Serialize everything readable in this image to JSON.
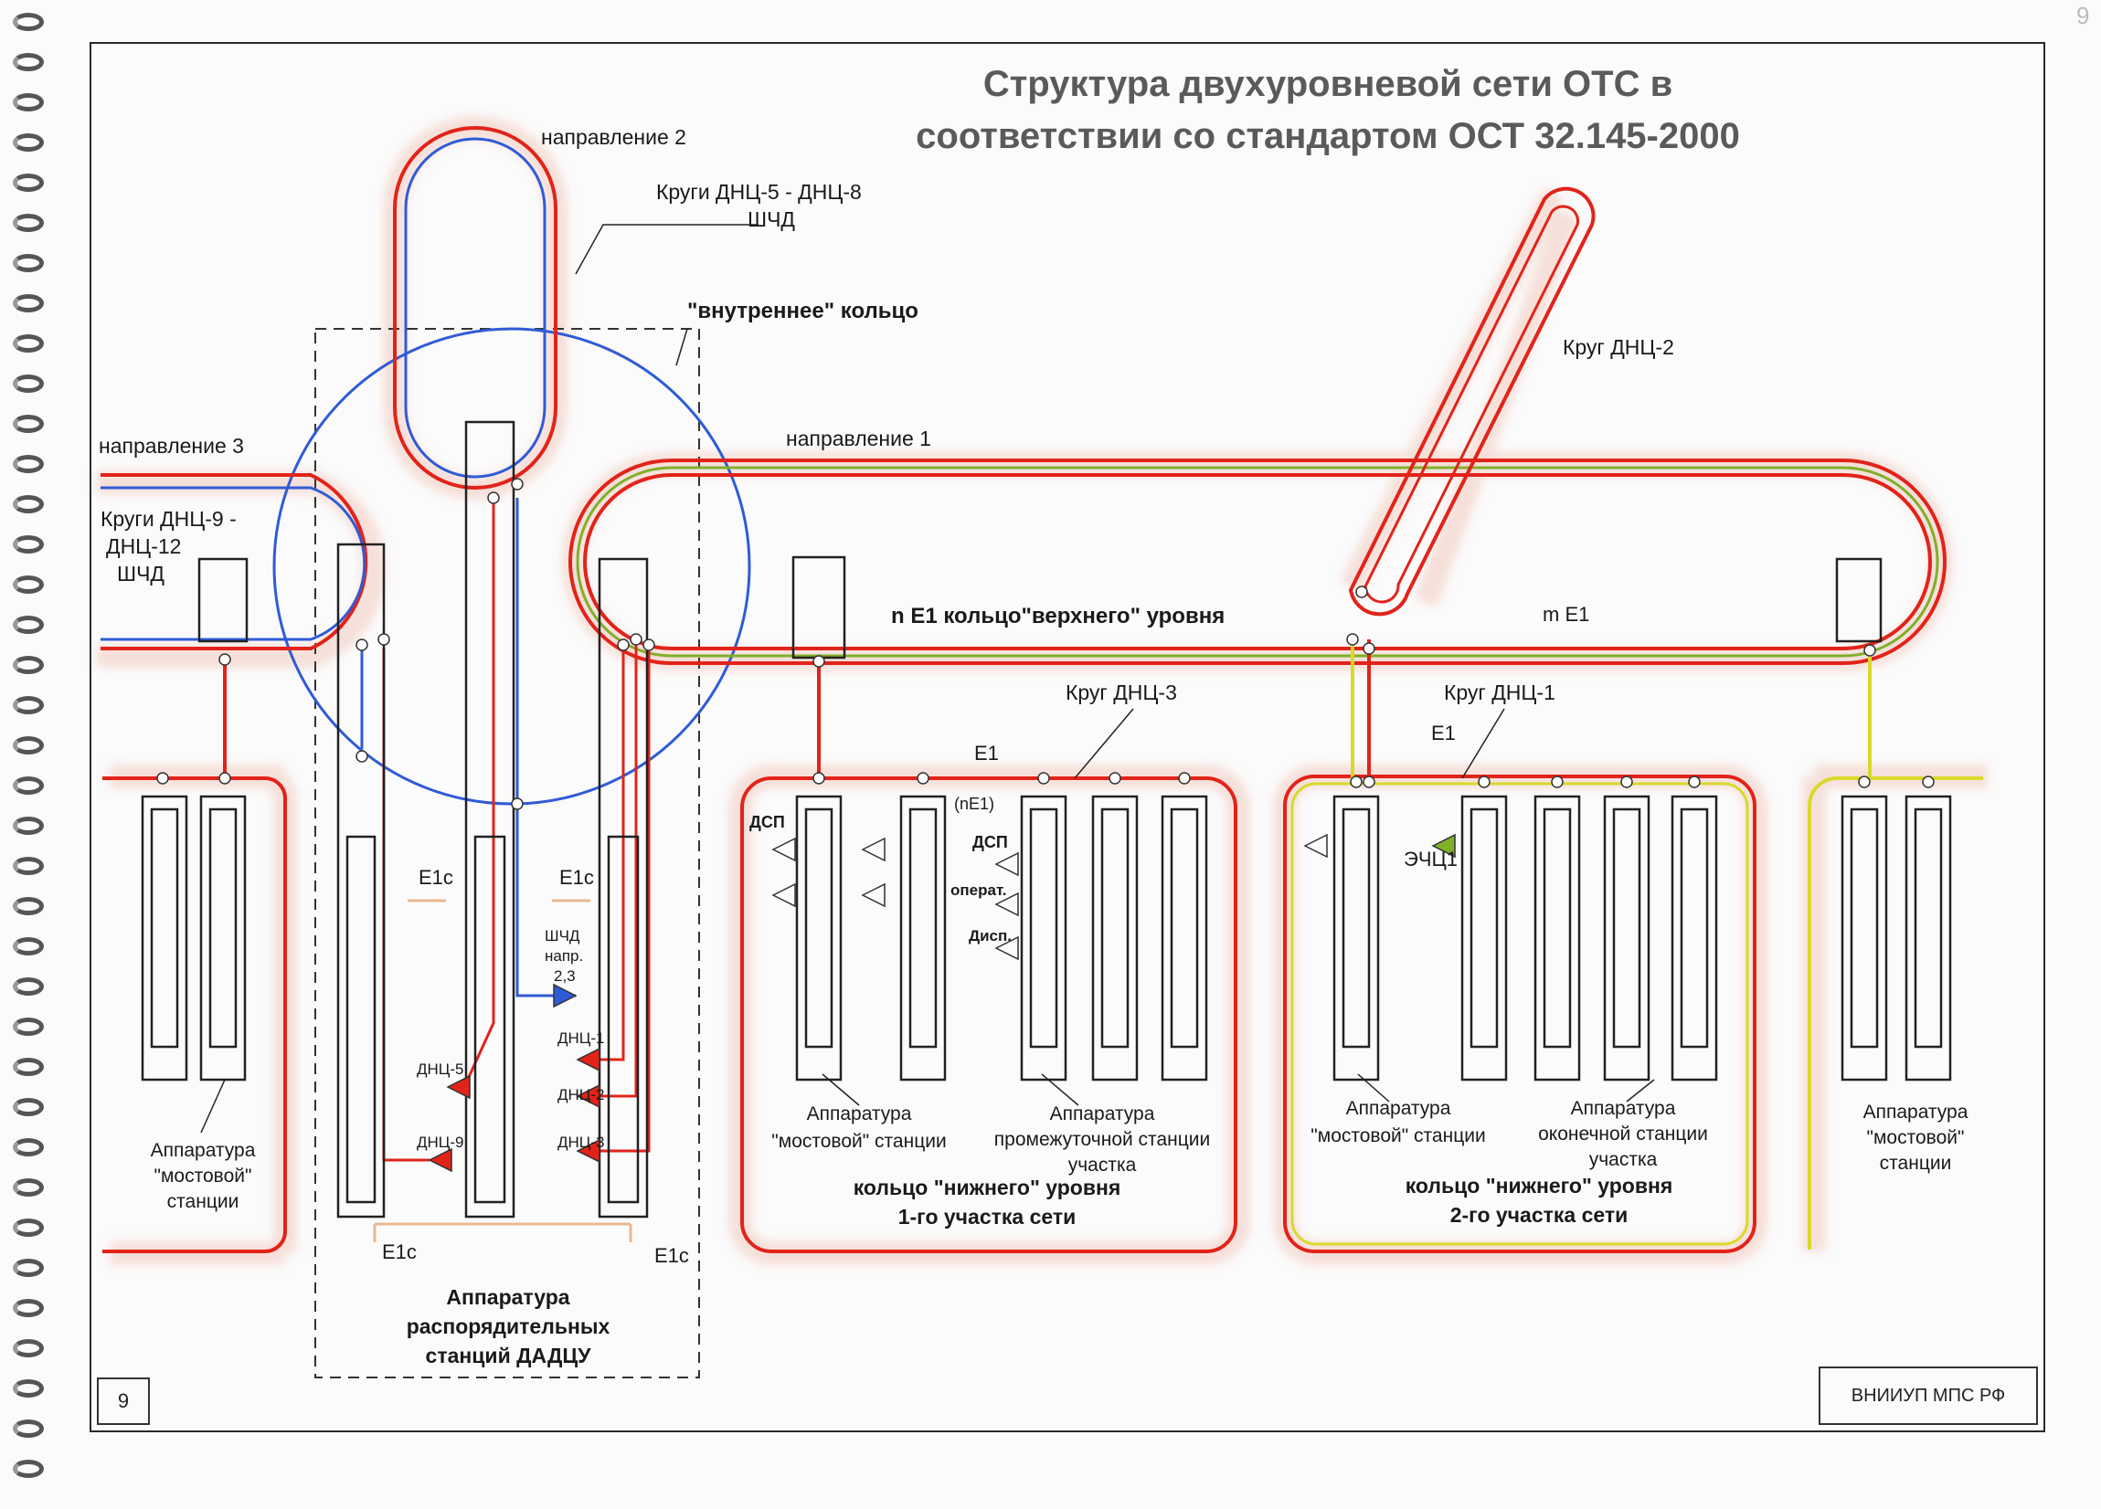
{
  "page": {
    "corner_number": "9",
    "page_number": "9",
    "organization": "ВНИИУП МПС РФ"
  },
  "title": {
    "line1": "Структура двухуровневой сети ОТС в",
    "line2": "соответствии со стандартом ОСТ 32.145-2000"
  },
  "labels": {
    "dir2": "направление 2",
    "dir3": "направление 3",
    "dir1": "направление 1",
    "circles_58_a": "Круги ДНЦ-5 - ДНЦ-8",
    "circles_58_b": "ШЧД",
    "inner_ring": "\"внутреннее\" кольцо",
    "circles_912_a": "Круги ДНЦ-9 -",
    "circles_912_b": "ДНЦ-12",
    "circles_912_c": "ШЧД",
    "circle_dnc2": "Круг ДНЦ-2",
    "upper_ring": "n E1  кольцо\"верхнего\" уровня",
    "m_e1": "m E1",
    "circle_dnc3": "Круг ДНЦ-3",
    "circle_dnc1": "Круг ДНЦ-1",
    "e1_a": "E1",
    "e1_b": "E1",
    "ne1": "(nE1)",
    "dsp_a": "ДСП",
    "dsp_b": "ДСП",
    "operat": "операт.",
    "disp": "Дисп.",
    "echc": "ЭЧЦ1",
    "e1c_1": "E1c",
    "e1c_2": "E1c",
    "e1c_3": "E1c",
    "e1c_4": "E1c",
    "shchd_1": "ШЧД",
    "shchd_2": "напр.",
    "shchd_3": "2,3",
    "dnc1": "ДНЦ-1",
    "dnc2": "ДНЦ-2",
    "dnc3": "ДНЦ-3",
    "dnc5": "ДНЦ-5",
    "dnc9": "ДНЦ-9",
    "app_bridge_left_1": "Аппаратура",
    "app_bridge_left_2": "\"мостовой\"",
    "app_bridge_left_3": "станции",
    "app_disp_1": "Аппаратура",
    "app_disp_2": "распорядительных",
    "app_disp_3": "станций ДАДЦУ",
    "app_bridge_s1": "Аппаратура",
    "app_bridge_s1b": "\"мостовой\" станции",
    "app_inter_1": "Аппаратура",
    "app_inter_2": "промежуточной станции",
    "app_inter_3": "участка",
    "lower_ring1_a": "кольцо \"нижнего\" уровня",
    "lower_ring1_b": "1-го участка сети",
    "app_bridge_s2": "Аппаратура",
    "app_bridge_s2b": "\"мостовой\" станции",
    "app_term_1": "Аппаратура",
    "app_term_2": "оконечной станции",
    "app_term_3": "участка",
    "lower_ring2_a": "кольцо \"нижнего\" уровня",
    "lower_ring2_b": "2-го участка сети",
    "app_bridge_right_1": "Аппаратура",
    "app_bridge_right_2": "\"мостовой\"",
    "app_bridge_right_3": "станции"
  },
  "colors": {
    "red": "#e2231a",
    "blue": "#2f5bd6",
    "green": "#7fb02a",
    "yellow": "#d9d92a",
    "halo": "#f2c9bd",
    "frame": "#2a2a2a"
  }
}
